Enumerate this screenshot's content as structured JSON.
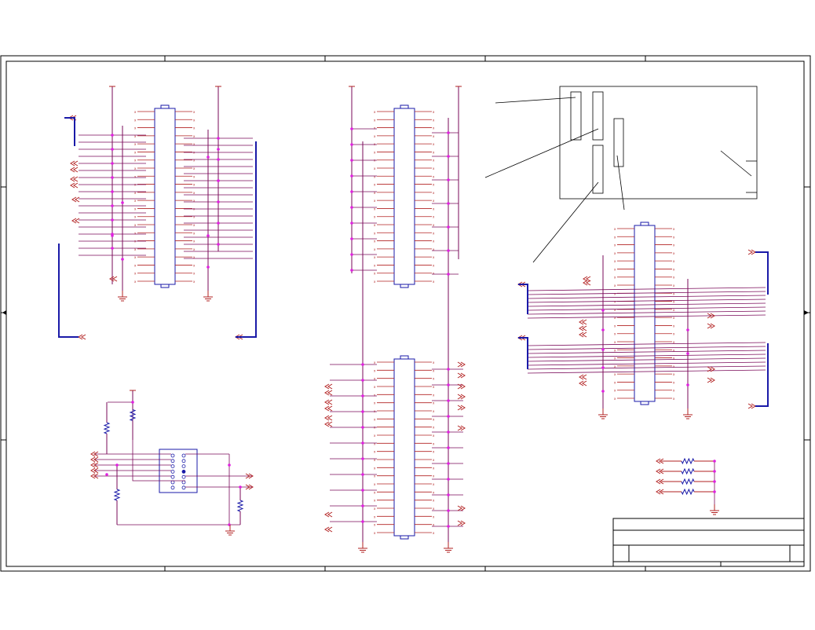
{
  "diagram": {
    "kind": "electrical-schematic",
    "colors": {
      "frame": "#000000",
      "wire": "#7a0a5a",
      "pin": "#b22222",
      "bus": "#1a1aa8",
      "component": "#1a1aa8",
      "junction": "#e020e0",
      "ground": "#b22222",
      "annotation": "#000000"
    },
    "connectors": [
      {
        "id": "connector-left",
        "pins_per_side": 22
      },
      {
        "id": "connector-center-top",
        "pins_per_side": 22
      },
      {
        "id": "connector-center-bottom",
        "pins_per_side": 22
      },
      {
        "id": "connector-right",
        "pins_per_side": 22
      }
    ],
    "header_block": {
      "rows": 7,
      "columns": 2
    },
    "resistor_network": {
      "count": 4
    },
    "pullup_resistors": {
      "count": 4
    },
    "mechanical_outline": {
      "slots": 4
    },
    "title_block": {
      "present": true
    }
  }
}
